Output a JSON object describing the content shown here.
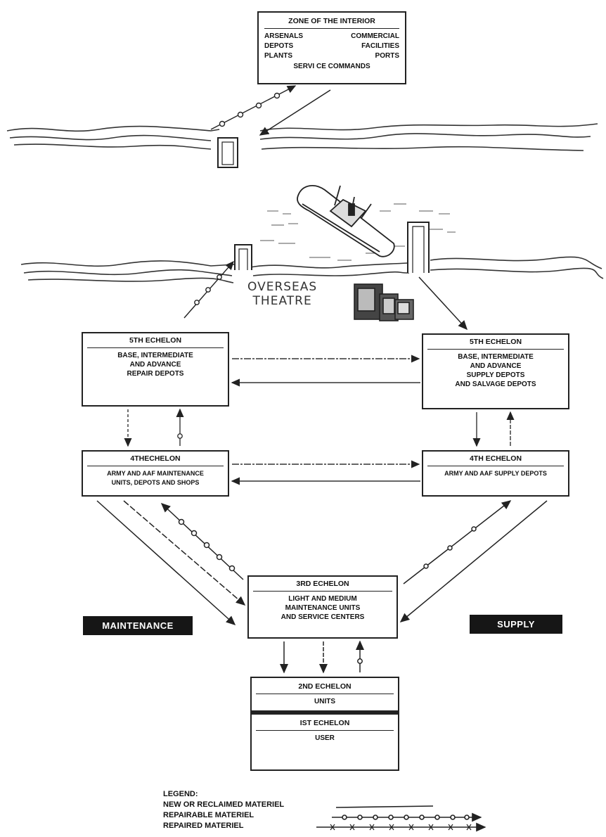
{
  "zoi": {
    "title": "ZONE OF THE INTERIOR",
    "items": [
      "ARSENALS",
      "COMMERCIAL",
      "DEPOTS",
      "FACILITIES",
      "PLANTS",
      "PORTS"
    ],
    "commands": "SERVI CE COMMANDS"
  },
  "theatre": {
    "line1": "OVERSEAS",
    "line2": "THEATRE"
  },
  "echelon5_left": {
    "title": "5TH ECHELON",
    "lines": [
      "BASE, INTERMEDIATE",
      "AND ADVANCE",
      "REPAIR DEPOTS"
    ]
  },
  "echelon5_right": {
    "title": "5TH ECHELON",
    "lines": [
      "BASE, INTERMEDIATE",
      "AND ADVANCE",
      "SUPPLY DEPOTS",
      "AND SALVAGE DEPOTS"
    ]
  },
  "echelon4_left": {
    "title": "4THECHELON",
    "lines": [
      "ARMY AND AAF MAINTENANCE",
      "UNITS, DEPOTS AND SHOPS"
    ]
  },
  "echelon4_right": {
    "title": "4TH ECHELON",
    "lines": [
      "ARMY AND AAF SUPPLY DEPOTS"
    ]
  },
  "echelon3": {
    "title": "3RD ECHELON",
    "lines": [
      "LIGHT AND MEDIUM",
      "MAINTENANCE UNITS",
      "AND SERVICE CENTERS"
    ]
  },
  "echelon2": {
    "title": "2ND ECHELON",
    "sub": "UNITS"
  },
  "echelon1": {
    "title": "IST ECHELON",
    "sub": "USER"
  },
  "labels": {
    "maintenance": "MAINTENANCE",
    "supply": "SUPPLY"
  },
  "legend": {
    "title": "LEGEND:",
    "items": [
      "NEW OR RECLAIMED MATERIEL",
      "REPAIRABLE MATERIEL",
      "REPAIRED MATERIEL"
    ]
  }
}
